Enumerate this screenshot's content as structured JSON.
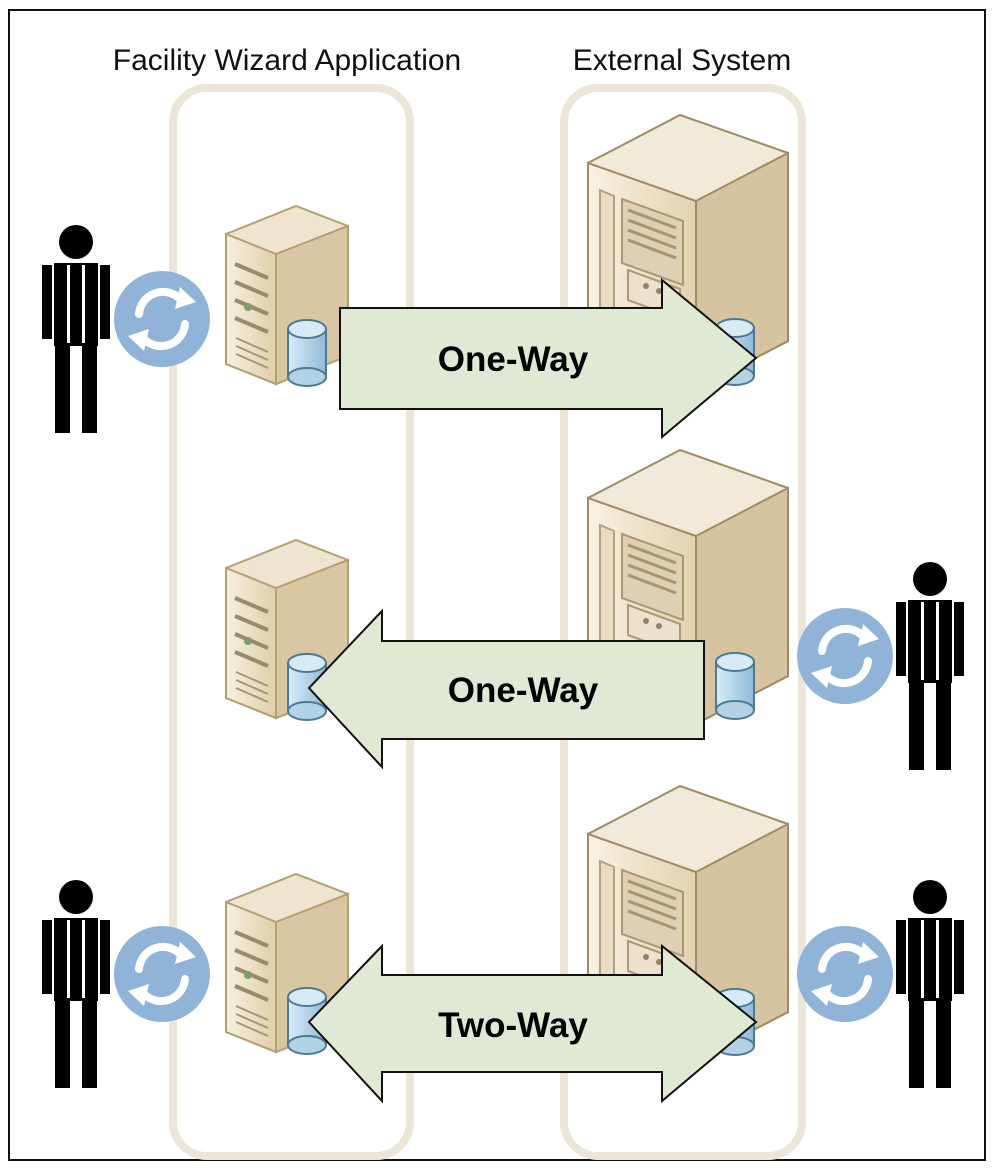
{
  "columns": {
    "left_title": "Facility Wizard Application",
    "right_title": "External System"
  },
  "arrows": {
    "top_label": "One-Way",
    "middle_label": "One-Way",
    "bottom_label": "Two-Way"
  },
  "colors": {
    "border": "#111111",
    "column_outline": "#eae5d6",
    "arrow_fill": "#dfe9d4",
    "sync_icon": "#8fb4d8",
    "person": "#000000",
    "server_body": "#eadcc2",
    "server_side": "#cdbb97",
    "database": "#b7d4e7"
  },
  "icons": {
    "user": "user-icon",
    "sync": "sync-icon",
    "server": "server-icon",
    "database": "database-icon"
  }
}
